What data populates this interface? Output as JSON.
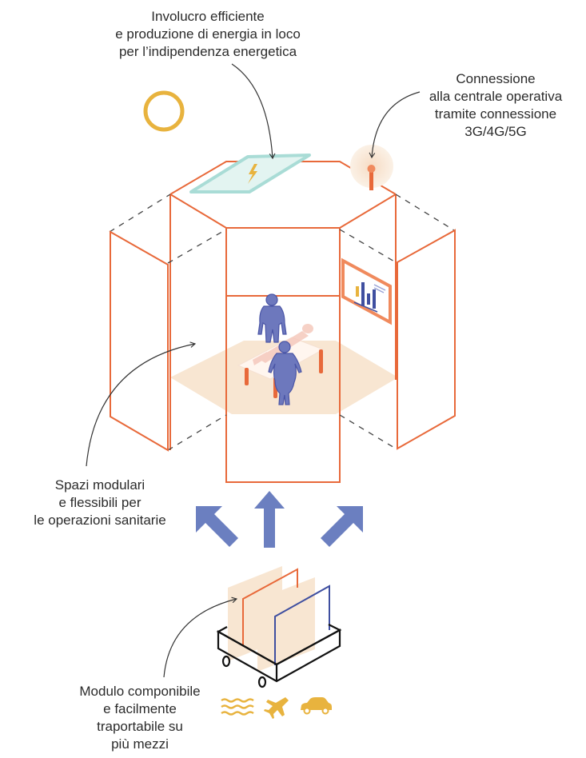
{
  "diagram": {
    "colors": {
      "structure": "#e8693a",
      "structure_light": "#f08a5d",
      "floor": "#f8e6d2",
      "panel_glass": "#a9dcd6",
      "panel_fill": "#e3f4f1",
      "sun": "#e8b33e",
      "people": "#6d78bd",
      "people_outline": "#4a55a6",
      "patient": "#f5c9bd",
      "arrows": "#6b7fc0",
      "cart": "#111111",
      "panel_blue": "#3f4fa0",
      "icons": "#e8b33e",
      "antenna_glow": "#f8ebdc",
      "text": "#2b2b2b"
    },
    "labels": {
      "envelope": {
        "lines": [
          "Involucro efficiente",
          "e produzione di energia in loco",
          "per l’indipendenza energetica"
        ]
      },
      "connection": {
        "lines": [
          "Connessione",
          "alla centrale operativa",
          "tramite connessione",
          "3G/4G/5G"
        ]
      },
      "spaces": {
        "lines": [
          "Spazi modulari",
          "e flessibili per",
          "le operazioni sanitarie"
        ]
      },
      "module": {
        "lines": [
          "Modulo componibile",
          "e facilmente",
          "traportabile su",
          "più mezzi"
        ]
      }
    },
    "icons": {
      "sun": "sun-ring-icon",
      "solar_panel": "solar-panel-icon",
      "lightning": "lightning-bolt-icon",
      "antenna": "antenna-icon",
      "monitor": "chart-monitor-icon",
      "expand_arrows": [
        "arrow-up-left-icon",
        "arrow-up-icon",
        "arrow-up-right-icon"
      ],
      "transport": [
        "waves-icon",
        "airplane-icon",
        "car-icon"
      ]
    }
  }
}
